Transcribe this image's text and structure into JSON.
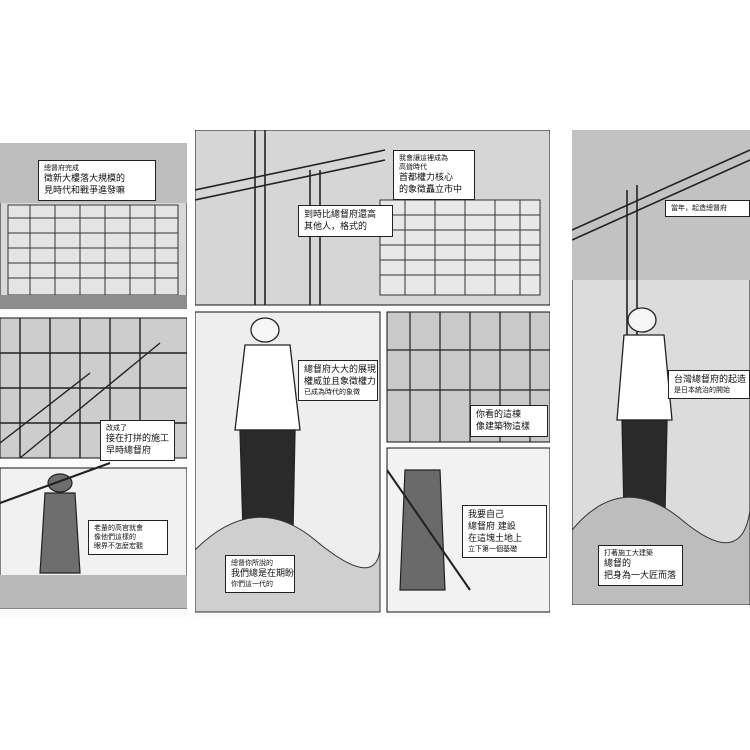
{
  "spread": {
    "pages": [
      "left-page",
      "middle-page",
      "right-page"
    ]
  },
  "captions": {
    "c1": {
      "lines": [
        "總督府完成",
        "徵新大樓落大規模的",
        "見時代和戰爭進發嘛"
      ]
    },
    "c2": {
      "lines": [
        "我會讓這裡成為",
        "高聳時代",
        "首都權力核心",
        "的象徵矗立市中"
      ]
    },
    "c3": {
      "lines": [
        "到時比總督府還高",
        "其他人，格式的"
      ]
    },
    "c4": {
      "lines": [
        "當年，起造總督府",
        "",
        "",
        ""
      ]
    },
    "c5": {
      "lines": [
        "總督府大大的展現",
        "權威並且象徵權力",
        "已成為時代的象徵"
      ]
    },
    "c6": {
      "lines": [
        "改成了",
        "接在打拼的施工",
        "早時總督府"
      ]
    },
    "c7": {
      "lines": [
        "你看的這棟",
        "像建築物這樣"
      ]
    },
    "c8": {
      "lines": [
        "我要自己",
        "總督府 建設",
        "在這塊土地上",
        "立下第一個基礎"
      ]
    },
    "c9": {
      "lines": [
        "老輩的高官就會",
        "像他們這樣的",
        "眼界不怎麼宏觀"
      ]
    },
    "c10": {
      "lines": [
        "打著施工大建築",
        "總督的",
        "把身為一大匠而落"
      ]
    },
    "c11": {
      "lines": [
        "台灣總督府的起造",
        "是日本統治的開始"
      ]
    },
    "c12": {
      "lines": [
        "總督你所說的",
        "我們總是在期盼",
        "你們這一代的"
      ]
    }
  },
  "colors": {
    "ink": "#111111",
    "paper": "#ffffff",
    "sky": "#cfcfcf"
  }
}
